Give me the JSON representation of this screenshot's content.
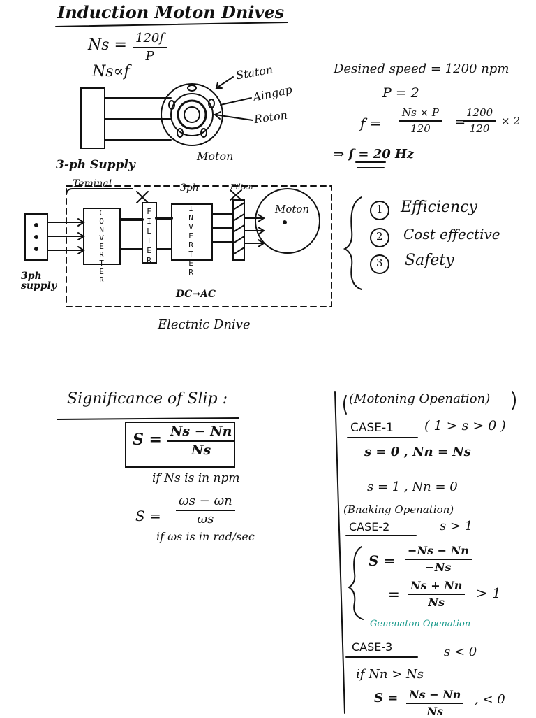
{
  "title": "Induction Moton Dnives",
  "formulas": {
    "ns_lhs": "Ns =",
    "ns_num": "120f",
    "ns_den": "P",
    "ns_prop": "Ns∝f"
  },
  "motor_labels": {
    "stator": "Staton",
    "airgap": "Aingap",
    "rotor": "Roton",
    "motor": "Moton",
    "supply": "3-ph Supply"
  },
  "calc": {
    "desired": "Desined speed = 1200 npm",
    "p": "P = 2",
    "f_lhs": "f =",
    "f_num1": "Ns × P",
    "f_den1": "120",
    "f_eq": "=",
    "f_num2": "1200",
    "f_den2": "120",
    "f_times": "× 2",
    "f_result": "⇒ f = 20 Hz"
  },
  "drive": {
    "terminal": "Teminal",
    "three_ph": "3ph",
    "filter_top": "Filten",
    "converter": "CONVERTER",
    "filter": "FILTER",
    "inverter": "INVERTER",
    "motor": "Moton",
    "supply": "3ph supply",
    "dcac": "DC→AC",
    "electric": "Electnic Dnive"
  },
  "goals": [
    {
      "num": "1",
      "text": "Efficiency"
    },
    {
      "num": "2",
      "text": "Cost effective"
    },
    {
      "num": "3",
      "text": "Safety"
    }
  ],
  "slip": {
    "heading": "Significance of Slip :",
    "s_lhs": "S =",
    "s_num": "Ns − Nn",
    "s_den": "Ns",
    "if_rpm": "if Ns is in npm",
    "w_lhs": "S =",
    "w_num": "ωs − ωn",
    "w_den": "ωs",
    "if_rad": "if ωs is in rad/sec"
  },
  "cases": {
    "motoring": "(Motoning Openation)",
    "case1": "CASE-1",
    "case1_cond": "( 1 > s > 0 )",
    "c1_line1": "s = 0 ,  Nn = Ns",
    "c1_line2": "s = 1 ,  Nn = 0",
    "braking": "(Bnaking Openation)",
    "case2": "CASE-2",
    "case2_cond": "s > 1",
    "c2_lhs": "S =",
    "c2_num": "−Ns − Nn",
    "c2_den": "−Ns",
    "c2_eq": "=",
    "c2_num2": "Ns + Nn",
    "c2_den2": "Ns",
    "c2_gt": "> 1",
    "generator": "Genenaton Openation",
    "case3": "CASE-3",
    "case3_cond": "s < 0",
    "c3_if": "if  Nn > Ns",
    "c3_lhs": "S =",
    "c3_num": "Ns − Nn",
    "c3_den": "Ns",
    "c3_tail": ", < 0"
  }
}
